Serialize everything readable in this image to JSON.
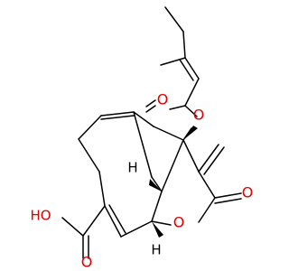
{
  "molecule": {
    "atom_labels": {
      "ester_o": "O",
      "ester_carbonyl_o": "O",
      "lactone_o": "O",
      "lactone_carbonyl_o": "O",
      "acid_oh": "HO",
      "acid_carbonyl_o": "O",
      "stereo_h_left": "H",
      "stereo_h_bottom": "H"
    },
    "colors": {
      "bond": "#000000",
      "oxygen": "#e00000",
      "background": "#ffffff"
    }
  }
}
